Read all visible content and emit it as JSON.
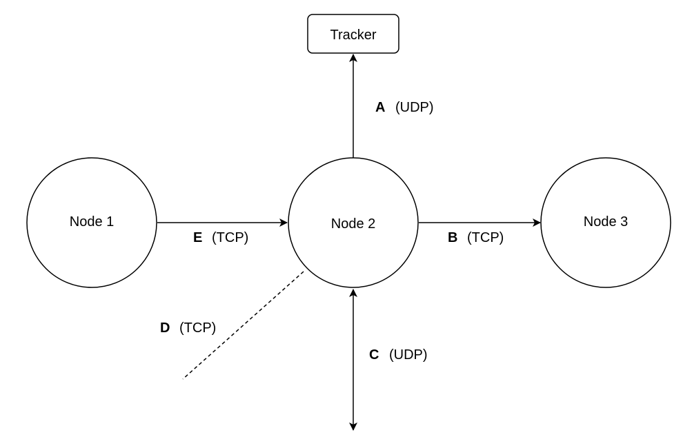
{
  "tracker": {
    "label": "Tracker"
  },
  "nodes": {
    "node1": {
      "label": "Node 1"
    },
    "node2": {
      "label": "Node 2"
    },
    "node3": {
      "label": "Node 3"
    }
  },
  "edges": {
    "a": {
      "letter": "A",
      "protocol": "(UDP)"
    },
    "b": {
      "letter": "B",
      "protocol": "(TCP)"
    },
    "c": {
      "letter": "C",
      "protocol": "(UDP)"
    },
    "d": {
      "letter": "D",
      "protocol": "(TCP)"
    },
    "e": {
      "letter": "E",
      "protocol": "(TCP)"
    }
  },
  "colors": {
    "stroke": "#000000",
    "background": "#ffffff"
  }
}
